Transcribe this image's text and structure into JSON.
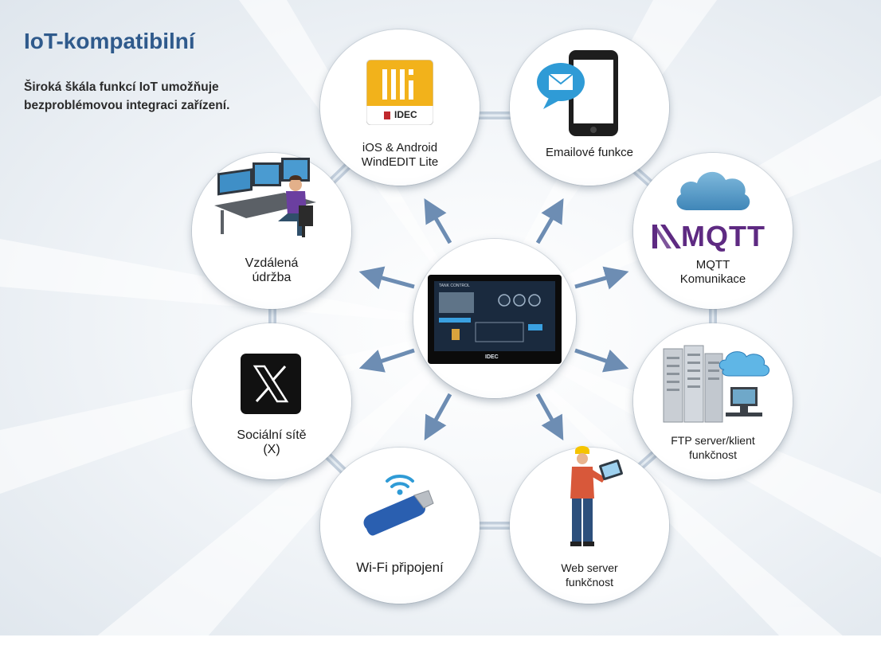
{
  "header": {
    "title": "IoT-kompatibilní",
    "subtitle": "Široká škála funkcí IoT umožňuje bezproblémovou integraci zařízení."
  },
  "center": {
    "hmi_logo": "IDEC",
    "screen_title": "TANK CONTROL"
  },
  "nodes": {
    "windedit": {
      "line1": "iOS & Android",
      "line2": "WindEDIT Lite",
      "logo": "IDEC"
    },
    "email": {
      "line1": "Emailové funkce"
    },
    "mqtt": {
      "line1": "MQTT",
      "line2": "Komunikace",
      "logo": "MQTT"
    },
    "ftp": {
      "line1": "FTP server/klient",
      "line2": "funkčnost"
    },
    "web": {
      "line1": "Web server",
      "line2": "funkčnost"
    },
    "wifi": {
      "line1": "Wi-Fi připojení"
    },
    "social": {
      "line1": "Sociální sítě",
      "line2": "(X)"
    },
    "remote": {
      "line1": "Vzdálená",
      "line2": "údržba"
    }
  },
  "colors": {
    "title": "#2f5a8c",
    "arrow": "#6d8db3",
    "mqtt": "#5e2a82",
    "app_yellow": "#f2b21b"
  }
}
